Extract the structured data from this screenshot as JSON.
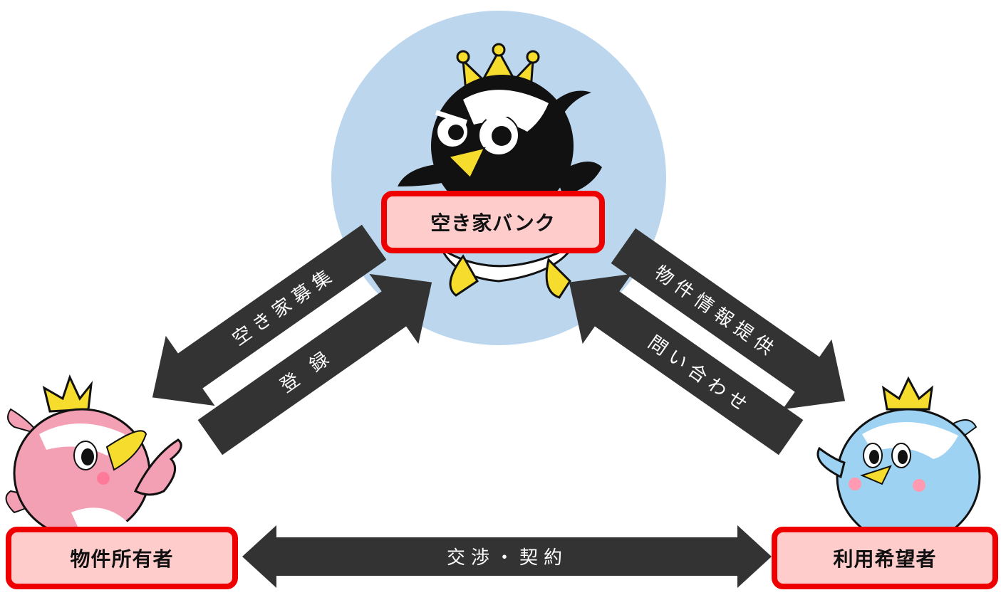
{
  "nodes": {
    "bank": {
      "label": "空き家バンク"
    },
    "owner": {
      "label": "物件所有者"
    },
    "user": {
      "label": "利用希望者"
    }
  },
  "arrows": {
    "recruit": "空き家募集",
    "register": "登 録",
    "info": "物件情報提供",
    "inquiry": "問い合わせ",
    "negotiate": "交渉・契約"
  },
  "colors": {
    "accent_border": "#ee0000",
    "box_fill": "#ffcccc",
    "arrow": "#333333",
    "circle": "#bcd6ee"
  },
  "illustrations": {
    "bank": "black-bird-mascot-with-crown",
    "owner": "pink-bird-mascot-with-crown",
    "user": "blue-bird-mascot-with-crown"
  }
}
